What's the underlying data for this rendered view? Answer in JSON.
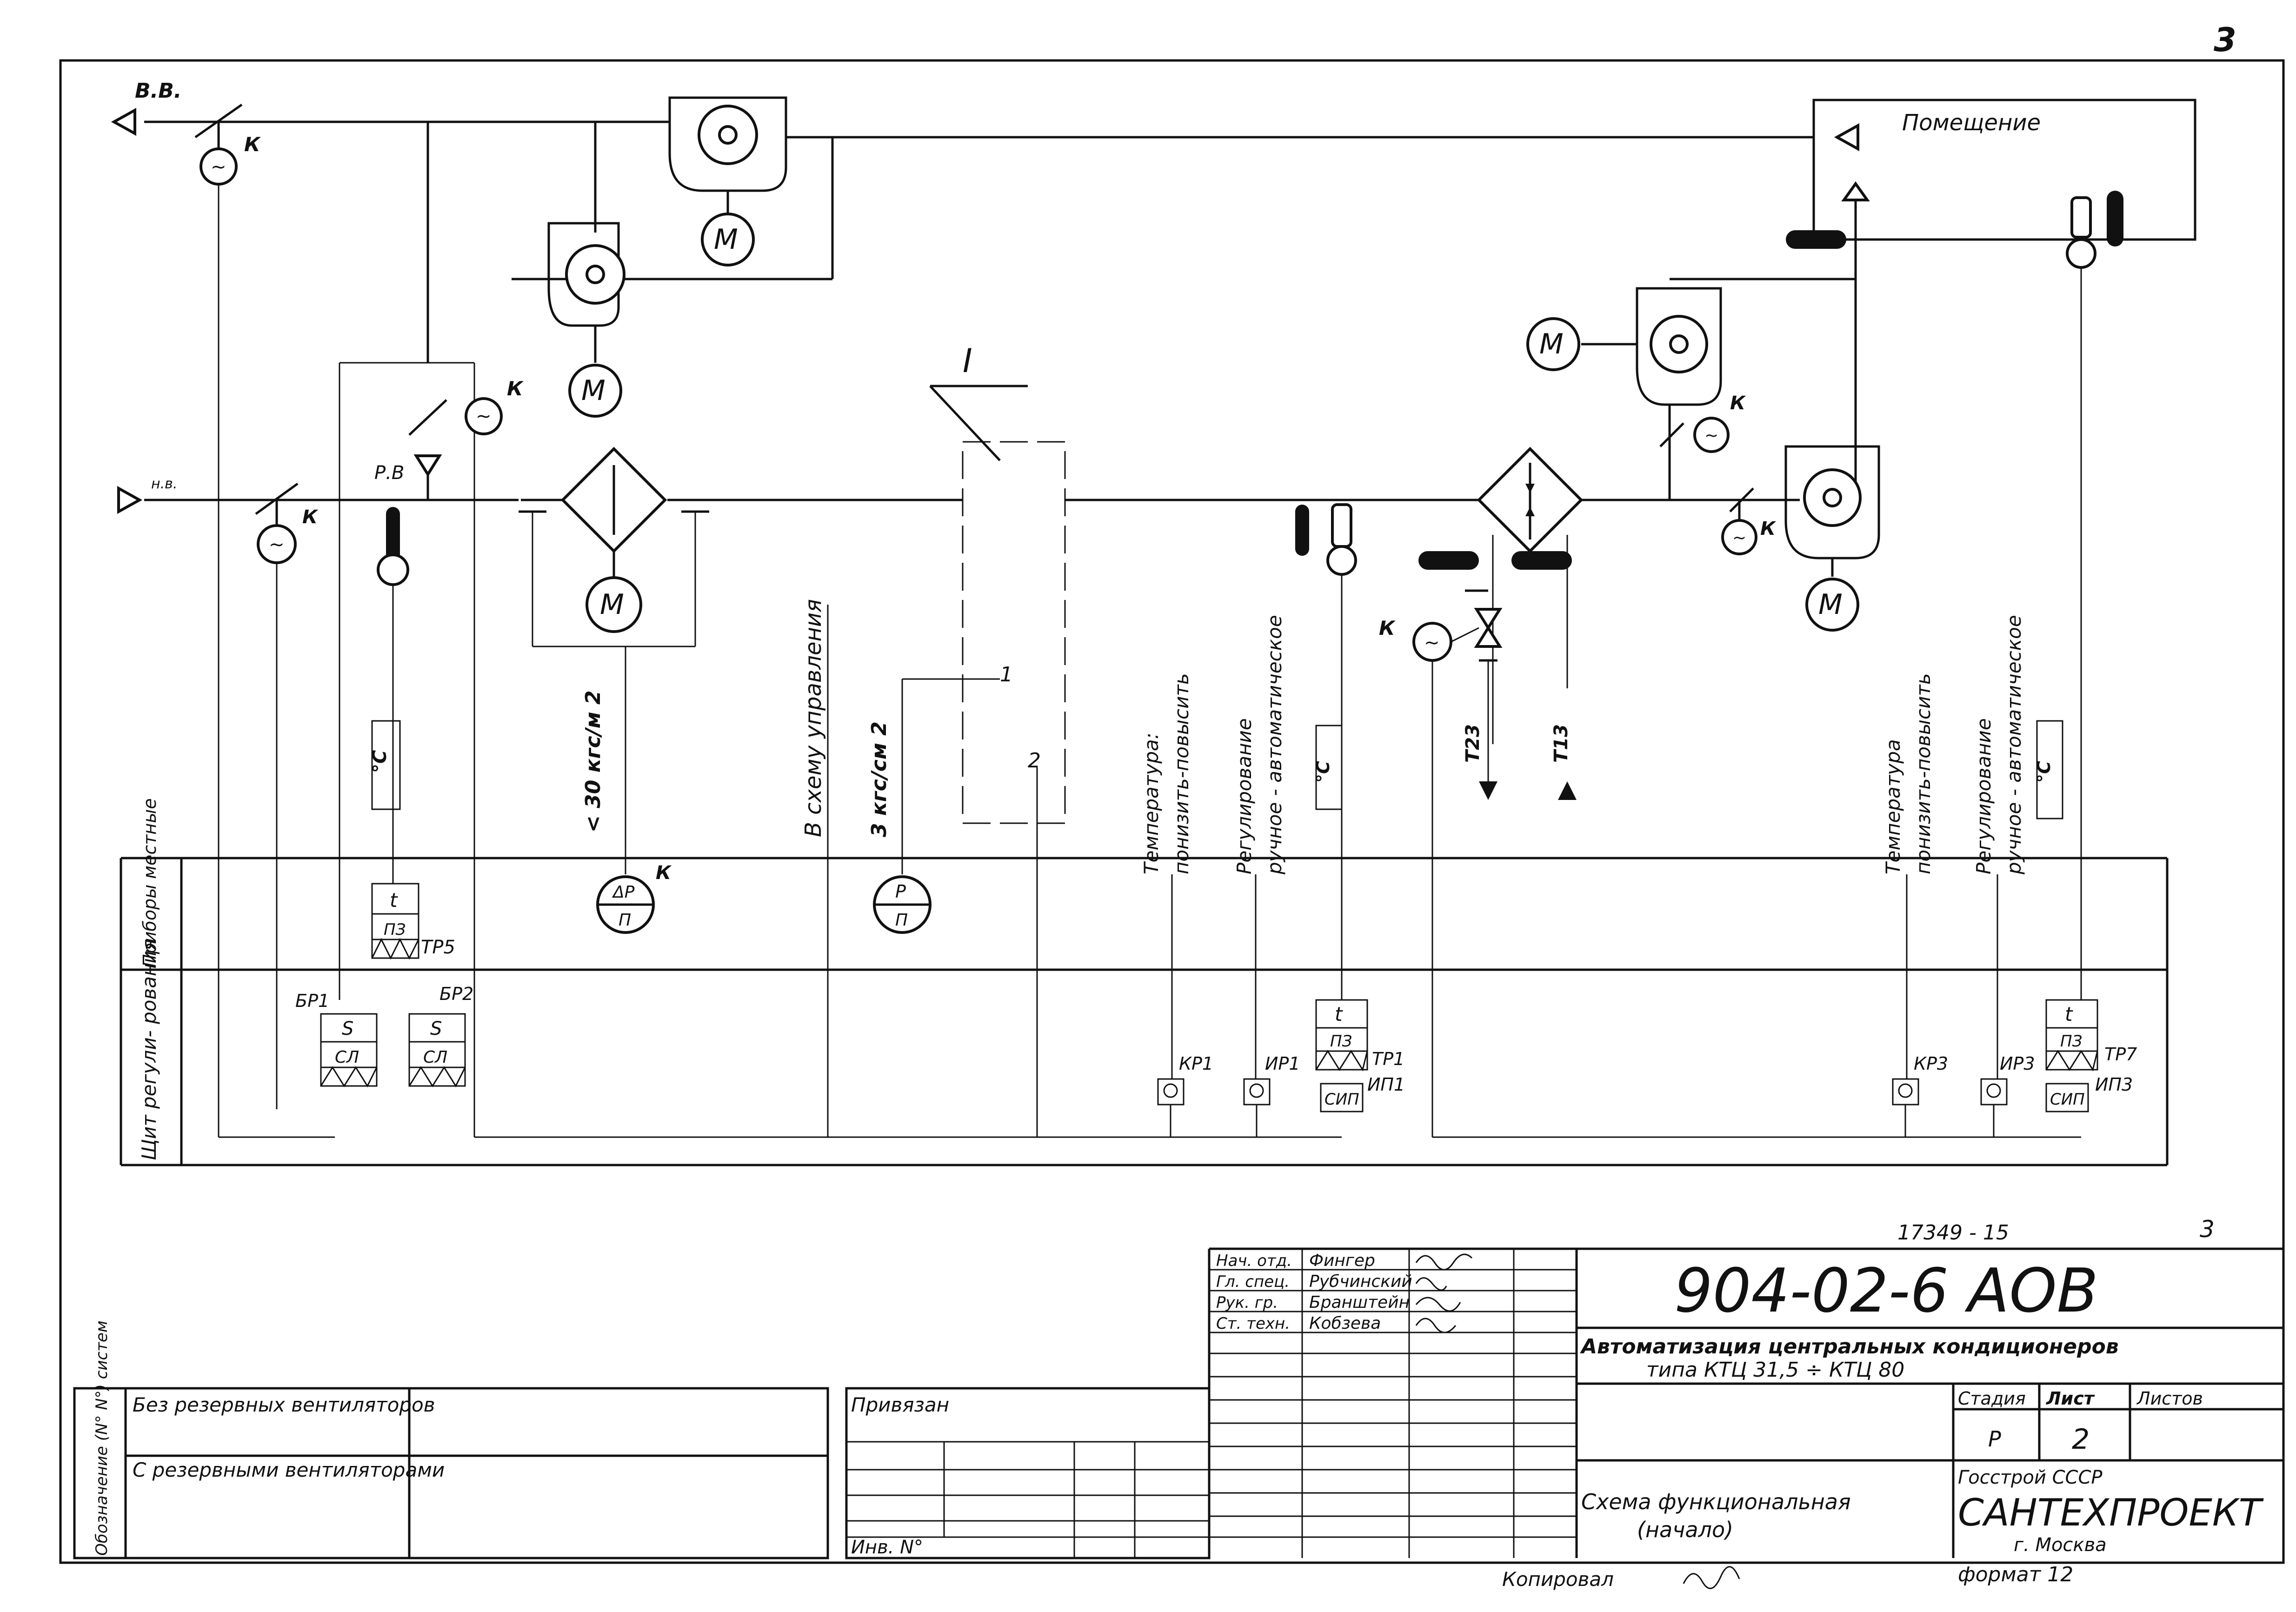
{
  "sheet_number_top": "3",
  "sheet_number_right": "3",
  "doc_code": "17349 - 15",
  "designation": "904-02-6   АОВ",
  "title_line1": "Автоматизация центральных кондиционеров",
  "title_line2": "типа  КТЦ 31,5 ÷ КТЦ 80",
  "drawing_name_line1": "Схема функциональная",
  "drawing_name_line2": "(начало)",
  "org_line1": "Госстрой    СССР",
  "org_line2": "САНТЕХПРОЕКТ",
  "org_line3": "г. Москва",
  "format": "формат 12",
  "copied_by": "Копировал",
  "stage_header": "Стадия",
  "sheet_header": "Лист",
  "sheets_header": "Листов",
  "stage_value": "Р",
  "sheet_value": "2",
  "signatures": [
    {
      "role": "Нач. отд.",
      "name": "Фингер"
    },
    {
      "role": "Гл. спец.",
      "name": "Рубчинский"
    },
    {
      "role": "Рук. гр.",
      "name": "Бранштейн"
    },
    {
      "role": "Ст. техн.",
      "name": "Кобзева"
    }
  ],
  "tied_label": "Привязан",
  "inv_label": "Инв. N°",
  "designation_label_vertical": "Обозначение (N° N°) систем",
  "variants": [
    "Без резервных вентиляторов",
    "С резервными вентиляторами"
  ],
  "row_label_local": "Приборы местные",
  "row_label_panel": "Щит регули- рования",
  "labels": {
    "vv": "В.В.",
    "room": "Помещение",
    "rv": "Р.В",
    "roman_i": "I",
    "k": "К",
    "pressure_diff": "< 30 кгс/м 2",
    "to_control": "В схему управления",
    "pressure": "3 кгс/см 2",
    "point1": "1",
    "point2": "2",
    "temp1": "Температура:",
    "temp1_b": "понизить-повысить",
    "reg1": "Регулирование",
    "reg1_b": "ручное - автоматическое",
    "temp2": "Температура",
    "temp2_b": "понизить-повысить",
    "reg2": "Регулирование",
    "reg2_b": "ручное - автоматическое",
    "deg_c": "°C",
    "t23": "Т23",
    "t13": "Т13",
    "dp": "ΔP",
    "p_letter": "П",
    "p_gauge": "P",
    "t": "t",
    "pz": "ПЗ",
    "s": "S",
    "sl": "СЛ",
    "sip": "СИП",
    "tr5": "ТР5",
    "tr1": "ТР1",
    "tr7": "ТР7",
    "br1": "БР1",
    "br2": "БР2",
    "kr1": "КР1",
    "ir1": "ИР1",
    "ip1": "ИП1",
    "kr3": "КР3",
    "ir3": "ИР3",
    "ip3": "ИП3",
    "motor": "М"
  }
}
